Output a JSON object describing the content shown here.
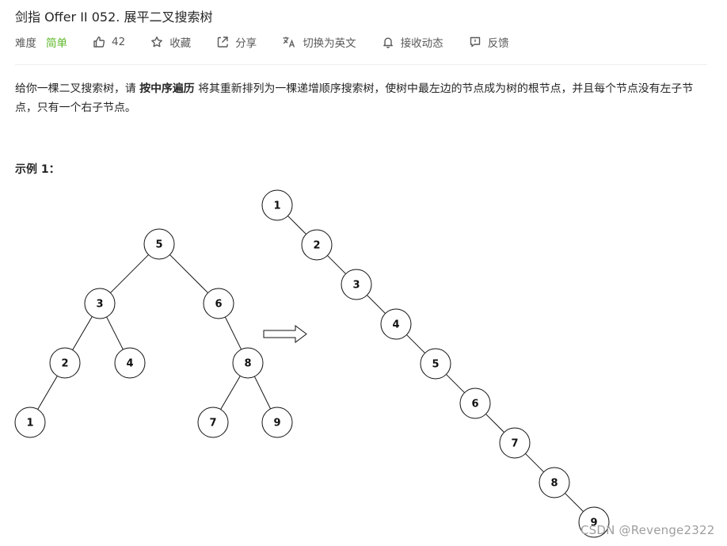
{
  "title": "剑指 Offer II 052. 展平二叉搜索树",
  "meta": {
    "difficulty_label": "难度",
    "difficulty_value": "简单",
    "likes": "42",
    "favorite": "收藏",
    "share": "分享",
    "translate": "切换为英文",
    "notify": "接收动态",
    "feedback": "反馈"
  },
  "description": {
    "part1": "给你一棵二叉搜索树，请",
    "bold": "按中序遍历",
    "part2": "将其重新排列为一棵递增顺序搜索树，使树中最左边的节点成为树的根节点，并且每个节点没有左子节点，只有一个右子节点。"
  },
  "example": {
    "title": "示例 1："
  },
  "input_tree": {
    "nodes": [
      "5",
      "3",
      "6",
      "2",
      "4",
      "8",
      "1",
      "7",
      "9"
    ]
  },
  "output_tree": {
    "nodes": [
      "1",
      "2",
      "3",
      "4",
      "5",
      "6",
      "7",
      "8",
      "9"
    ]
  },
  "watermark": "CSDN @Revenge2322"
}
